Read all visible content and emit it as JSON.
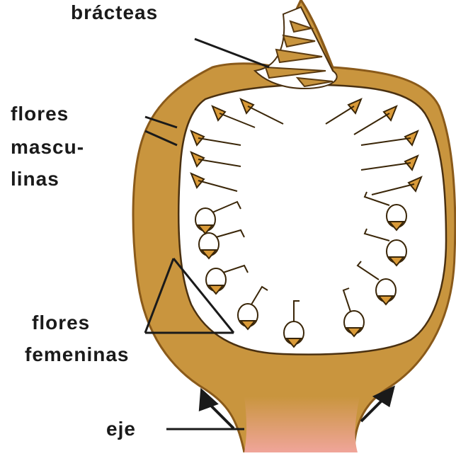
{
  "labels": {
    "bracts": "brácteas",
    "male_line1": "flores",
    "male_line2": "mascu-",
    "male_line3": "linas",
    "female_line1": "flores",
    "female_line2": "femeninas",
    "axis": "eje"
  },
  "colors": {
    "receptacle": "#c9953e",
    "receptacle_dark": "#b07a2a",
    "stalk": "#e6a08a",
    "cavity": "#ffffff",
    "flower": "#d99a38",
    "line": "#1a1a1a"
  }
}
